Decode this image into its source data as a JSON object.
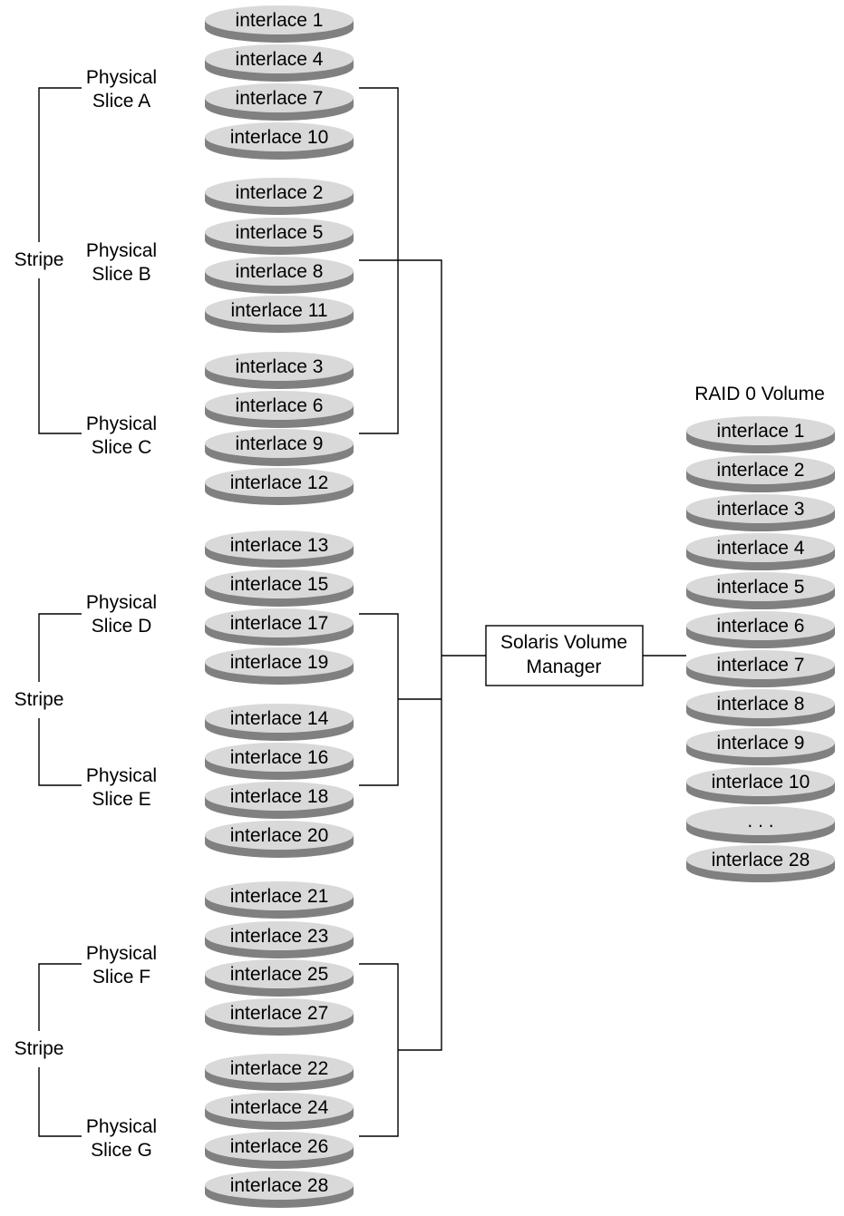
{
  "colors": {
    "disk_top": "#d9d9d9",
    "disk_side": "#808080",
    "line": "#000000",
    "background": "#ffffff"
  },
  "stripes": [
    {
      "label": "Stripe",
      "slices": [
        {
          "label": [
            "Physical",
            "Slice A"
          ],
          "interlaces": [
            "interlace 1",
            "interlace 4",
            "interlace 7",
            "interlace 10"
          ]
        },
        {
          "label": [
            "Physical",
            "Slice B"
          ],
          "interlaces": [
            "interlace 2",
            "interlace 5",
            "interlace 8",
            "interlace 11"
          ]
        },
        {
          "label": [
            "Physical",
            "Slice C"
          ],
          "interlaces": [
            "interlace 3",
            "interlace 6",
            "interlace 9",
            "interlace 12"
          ]
        }
      ]
    },
    {
      "label": "Stripe",
      "slices": [
        {
          "label": [
            "Physical",
            "Slice D"
          ],
          "interlaces": [
            "interlace 13",
            "interlace 15",
            "interlace 17",
            "interlace 19"
          ]
        },
        {
          "label": [
            "Physical",
            "Slice E"
          ],
          "interlaces": [
            "interlace 14",
            "interlace 16",
            "interlace 18",
            "interlace 20"
          ]
        }
      ]
    },
    {
      "label": "Stripe",
      "slices": [
        {
          "label": [
            "Physical",
            "Slice F"
          ],
          "interlaces": [
            "interlace 21",
            "interlace 23",
            "interlace 25",
            "interlace 27"
          ]
        },
        {
          "label": [
            "Physical",
            "Slice G"
          ],
          "interlaces": [
            "interlace 22",
            "interlace 24",
            "interlace 26",
            "interlace 28"
          ]
        }
      ]
    }
  ],
  "manager": {
    "label": [
      "Solaris Volume",
      "Manager"
    ]
  },
  "volume": {
    "title": "RAID 0 Volume",
    "interlaces": [
      "interlace 1",
      "interlace 2",
      "interlace 3",
      "interlace 4",
      "interlace 5",
      "interlace 6",
      "interlace 7",
      "interlace 8",
      "interlace 9",
      "interlace 10",
      ". . .",
      "interlace 28"
    ]
  }
}
